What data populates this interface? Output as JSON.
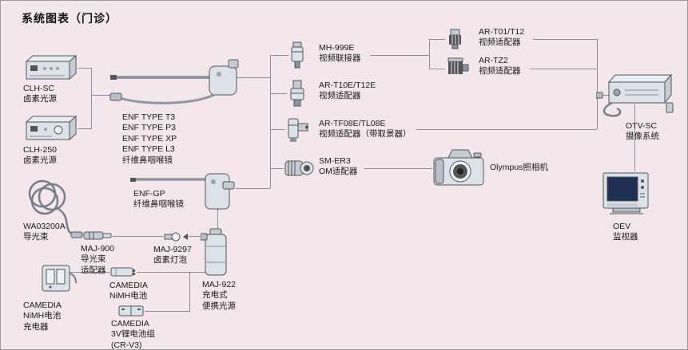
{
  "page": {
    "title": "系统图表（门诊）"
  },
  "colors": {
    "background": "#f3e7eb",
    "connector_line": "#8d8d93",
    "device_fill": "#dce2ea",
    "device_stroke": "#555555",
    "monitor_screen": "#1e3054",
    "text": "#1a1a1a"
  },
  "labels": {
    "clh_sc": "CLH-SC\n卤素光源",
    "clh_250": "CLH-250\n卤素光源",
    "enf_t": "ENF TYPE T3\nENF TYPE P3\nENF TYPE XP\nENF TYPE L3\n纤维鼻咽喉镜",
    "enf_gp": "ENF-GP\n纤维鼻咽喉镜",
    "wa03200a": "WA03200A\n导光束",
    "maj_900": "MAJ-900\n导光束\n适配器",
    "maj_9297": "MAJ-9297\n卤素灯泡",
    "maj_922": "MAJ-922\n充电式\n便携光源",
    "camedia_charger": "CAMEDIA\nNiMH电池\n充电器",
    "camedia_nimh": "CAMEDIA\nNiMH电池",
    "camedia_cr_v3": "CAMEDIA\n3V锂电池组\n(CR-V3)",
    "mh_999e": "MH-999E\n视频联接器",
    "ar_t10e": "AR-T10E/T12E\n视频适配器",
    "ar_tf08e": "AR-TF08E/TL08E\n视频适配器（带取景器）",
    "sm_er3": "SM-ER3\nOM适配器",
    "ar_t01": "AR-T01/T12\n视频适配器",
    "ar_tz2": "AR-TZ2\n视频适配器",
    "olympus_camera": "Olympus照相机",
    "otv_sc": "OTV-SC\n摄像系统",
    "oev": "OEV\n监视器"
  }
}
